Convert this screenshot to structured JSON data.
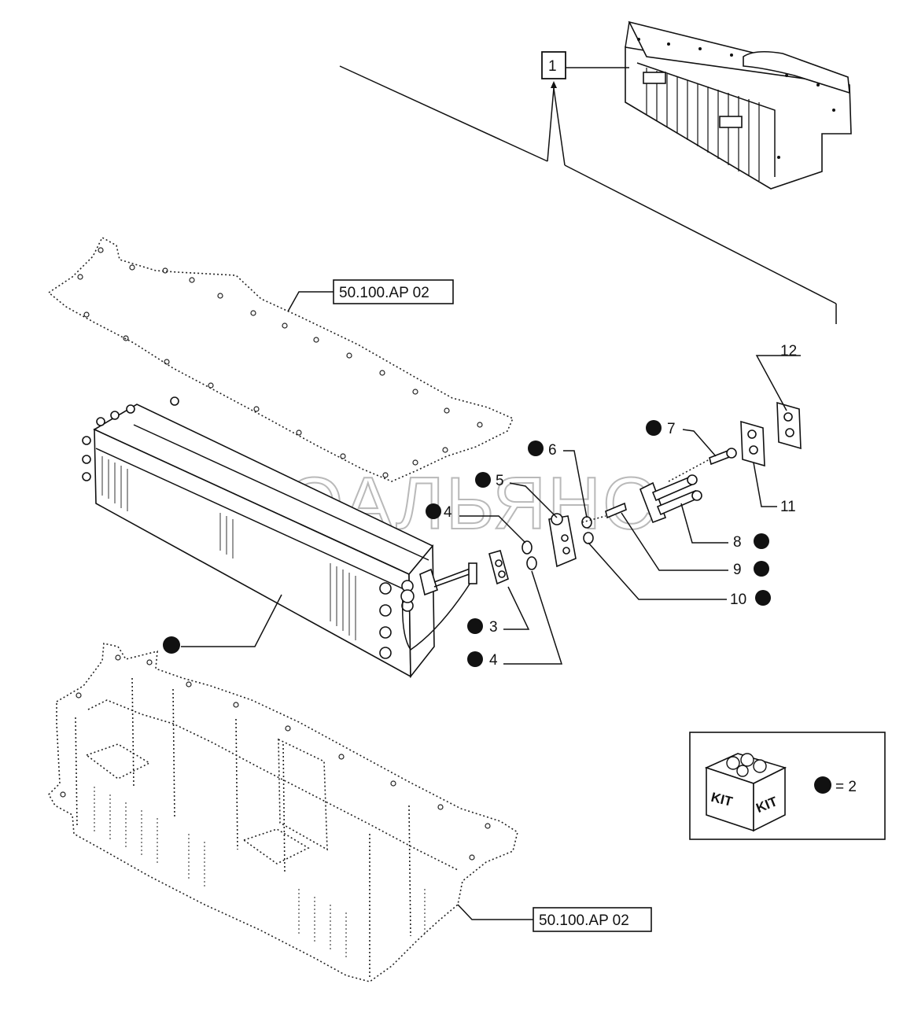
{
  "watermark": "АВТОАЛЬЯНС",
  "refs": {
    "gasket": "50.100.AP 02",
    "housing": "50.100.AP 02"
  },
  "item_box": "1",
  "callouts": {
    "c3": "3",
    "c4a": "4",
    "c4b": "4",
    "c5": "5",
    "c6": "6",
    "c7": "7",
    "c8": "8",
    "c9": "9",
    "c10": "10",
    "c11": "11",
    "c12": "12"
  },
  "kit": {
    "word_left": "KIT",
    "word_right": "KIT",
    "legend": "= 2"
  },
  "icons": [
    "kit-box-icon",
    "bullet-dot-icon"
  ]
}
